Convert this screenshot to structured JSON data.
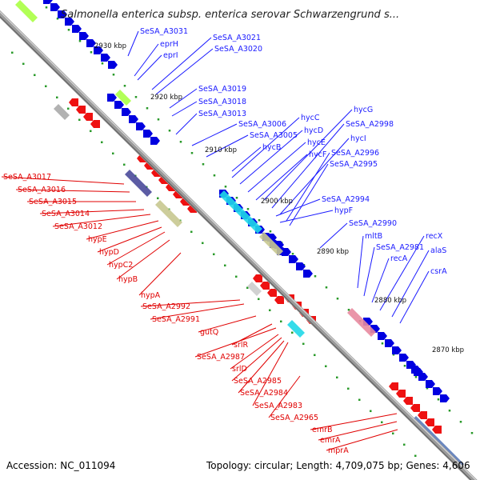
{
  "title": "Salmonella enterica subsp. enterica serovar Schwarzengrund s...",
  "footer": {
    "accession": "Accession: NC_011094",
    "summary": "Topology: circular; Length: 4,709,075 bp; Genes: 4,606"
  },
  "colors": {
    "forward_label": "#1a1aff",
    "reverse_label": "#e00000",
    "backbone": "#909090",
    "tick": "#2a9a2a",
    "forward_gene": "#0000e0",
    "reverse_gene": "#ee1111"
  },
  "scale": [
    "2930 kbp",
    "2920 kbp",
    "2910 kbp",
    "2900 kbp",
    "2890 kbp",
    "2880 kbp",
    "2870 kbp"
  ],
  "forward_labels": [
    "SeSA_A3031",
    "eprH",
    "eprI",
    "SeSA_A3021",
    "SeSA_A3020",
    "SeSA_A3019",
    "SeSA_A3018",
    "SeSA_A3013",
    "SeSA_A3006",
    "SeSA_A3005",
    "hycB",
    "hycC",
    "hycD",
    "hycE",
    "hycF",
    "hycG",
    "SeSA_A2998",
    "hycI",
    "SeSA_A2996",
    "SeSA_A2995",
    "SeSA_A2994",
    "hypF",
    "SeSA_A2990",
    "mltB",
    "SeSA_A2981",
    "recA",
    "recX",
    "alaS",
    "csrA"
  ],
  "reverse_labels": [
    "SeSA_A3017",
    "SeSA_A3016",
    "SeSA_A3015",
    "SeSA_A3014",
    "SeSA_A3012",
    "hypE",
    "hypD",
    "hypC2",
    "hypB",
    "hypA",
    "SeSA_A2992",
    "SeSA_A2991",
    "gutQ",
    "srlR",
    "SeSA_A2987",
    "srlD",
    "SeSA_A2985",
    "SeSA_A2984",
    "SeSA_A2983",
    "SeSA_A2965",
    "emrB",
    "emrA",
    "mprA"
  ]
}
